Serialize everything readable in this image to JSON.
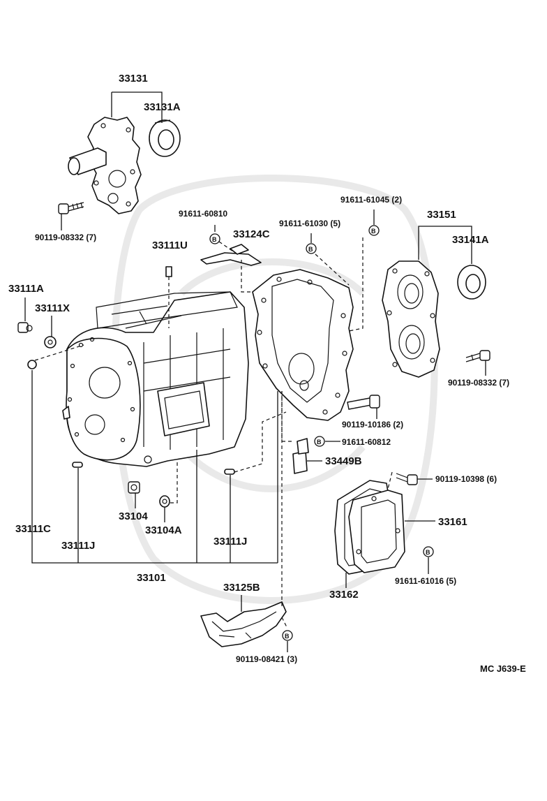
{
  "diagram_code": "MC J639-E",
  "labels": {
    "p33131": "33131",
    "p33131a": "33131A",
    "p90119_08332_top": "90119-08332 (7)",
    "p91611_60810": "91611-60810",
    "p33124c": "33124C",
    "p91611_61030": "91611-61030 (5)",
    "p91611_61045": "91611-61045 (2)",
    "p33151": "33151",
    "p33141a": "33141A",
    "p33111u": "33111U",
    "p33111a": "33111A",
    "p33111x": "33111X",
    "p90119_08332_right": "90119-08332 (7)",
    "p90119_10186": "90119-10186 (2)",
    "p91611_60812": "91611-60812",
    "p33449b": "33449B",
    "p90119_10398": "90119-10398 (6)",
    "p33161": "33161",
    "p33104": "33104",
    "p33104a": "33104A",
    "p33111c": "33111C",
    "p33111j_left": "33111J",
    "p33111j_mid": "33111J",
    "p33101": "33101",
    "p33162": "33162",
    "p91611_61016": "91611-61016 (5)",
    "p33125b": "33125B",
    "p90119_08421": "90119-08421 (3)"
  },
  "marker_letter": "B"
}
